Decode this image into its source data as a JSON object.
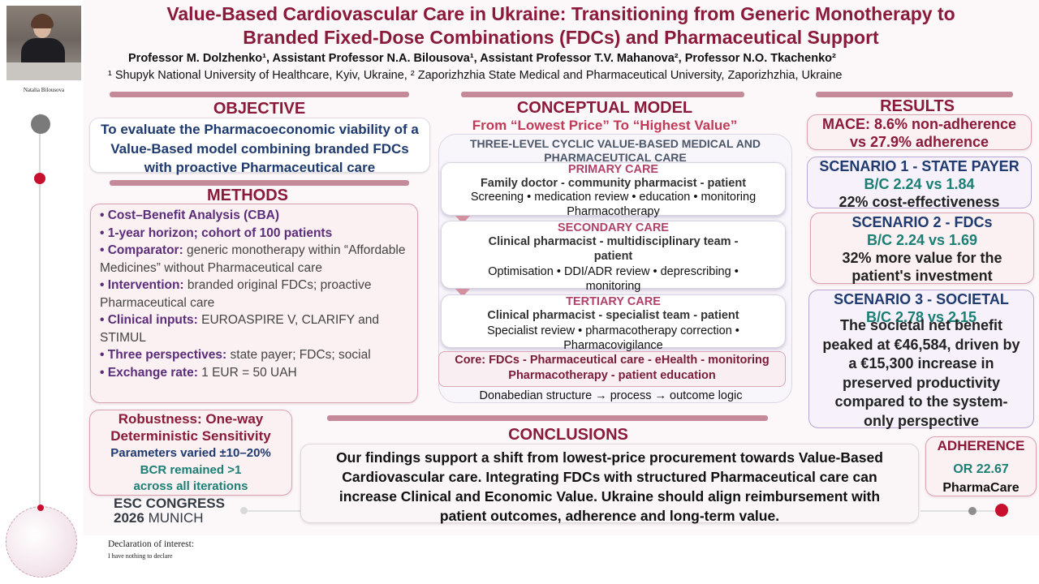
{
  "presenter": {
    "name": "Natalia Bilousova"
  },
  "header": {
    "title_line1": "Value-Based Cardiovascular Care in Ukraine: Transitioning from Generic Monotherapy to",
    "title_line2": "Branded Fixed-Dose Combinations (FDCs) and Pharmaceutical Support",
    "authors": "Professor M. Dolzhenko¹, Assistant Professor N.A. Bilousova¹, Assistant Professor T.V. Mahanova², Professor N.O. Tkachenko²",
    "affiliations": "¹ Shupyk National University of Healthcare, Kyiv, Ukraine, ² Zaporizhzhia State Medical and Pharmaceutical University, Zaporizhzhia, Ukraine"
  },
  "objective": {
    "heading": "OBJECTIVE",
    "text": "To evaluate the Pharmacoeconomic viability of a Value-Based model combining branded FDCs with proactive Pharmaceutical care"
  },
  "methods": {
    "heading": "METHODS",
    "items": [
      {
        "key": "• Cost–Benefit Analysis (CBA)",
        "value": ""
      },
      {
        "key": "• 1-year horizon; cohort of 100 patients",
        "value": ""
      },
      {
        "key": "• Comparator:",
        "value": " generic monotherapy within “Affordable Medicines” without Pharmaceutical care"
      },
      {
        "key": "• Intervention:",
        "value": " branded original FDCs; proactive Pharmaceutical care"
      },
      {
        "key": "• Clinical inputs:",
        "value": " EUROASPIRE V, CLARIFY and STIMUL"
      },
      {
        "key": "• Three perspectives:",
        "value": " state payer; FDCs; social"
      },
      {
        "key": "• Exchange rate:",
        "value": " 1 EUR = 50 UAH"
      }
    ]
  },
  "robustness": {
    "title": "Robustness: One-way Deterministic Sensitivity",
    "line1": "Parameters varied ±10–20%",
    "line2": "BCR remained >1",
    "line3": "across all iterations"
  },
  "conceptual": {
    "heading": "CONCEPTUAL MODEL",
    "subheading": "From “Lowest Price” To “Highest Value”",
    "levels_title": "THREE-LEVEL CYCLIC VALUE-BASED MEDICAL AND PHARMACEUTICAL CARE",
    "tiers": [
      {
        "title": "PRIMARY CARE",
        "sub": "Family doctor - community pharmacist - patient",
        "body": "Screening • medication review • education • monitoring Pharmacotherapy"
      },
      {
        "title": "SECONDARY CARE",
        "sub": "Clinical pharmacist - multidisciplinary team - patient",
        "body": "Optimisation • DDI/ADR review • deprescribing • monitoring"
      },
      {
        "title": "TERTIARY CARE",
        "sub": "Clinical pharmacist - specialist team - patient",
        "body": "Specialist review • pharmacotherapy correction • Pharmacovigilance"
      }
    ],
    "core": "Core: FDCs - Pharmaceutical care - eHealth - monitoring Pharmacotherapy - patient education",
    "logic": "Donabedian structure → process → outcome logic"
  },
  "results": {
    "heading": "RESULTS",
    "mace_line1": "MACE: 8.6% non-adherence",
    "mace_line2": "vs 27.9% adherence",
    "scenario1": {
      "title": "SCENARIO 1 - STATE PAYER",
      "bc": "B/C 2.24 vs 1.84",
      "note": "22% cost-effectiveness"
    },
    "scenario2": {
      "title": "SCENARIO 2 - FDCs",
      "bc": "B/C 2.24 vs 1.69",
      "note": "32% more value for the patient's investment"
    },
    "scenario3": {
      "title": "SCENARIO 3 - SOCIETAL",
      "bc": "B/C 2.78 vs 2.15",
      "note": "The societal net benefit peaked at €46,584, driven by a €15,300 increase in preserved productivity compared to the system-only perspective"
    }
  },
  "conclusions": {
    "heading": "CONCLUSIONS",
    "text": "Our findings support a shift from lowest-price procurement towards Value-Based Cardiovascular care. Integrating FDCs with structured Pharmaceutical care can increase Clinical and Economic Value. Ukraine should align reimbursement with patient outcomes, adherence and long-term value."
  },
  "adherence": {
    "title": "ADHERENCE",
    "or": "OR 22.67",
    "label": "PharmaCare"
  },
  "congress": {
    "line1": "ESC CONGRESS",
    "year": "2026",
    "city": "MUNICH"
  },
  "declaration": {
    "title": "Declaration of interest:",
    "text": "I have nothing to declare"
  },
  "colors": {
    "maroon": "#8b1a3a",
    "navy": "#1e3a6e",
    "teal": "#1a7f74",
    "red_dot": "#c8102e"
  }
}
